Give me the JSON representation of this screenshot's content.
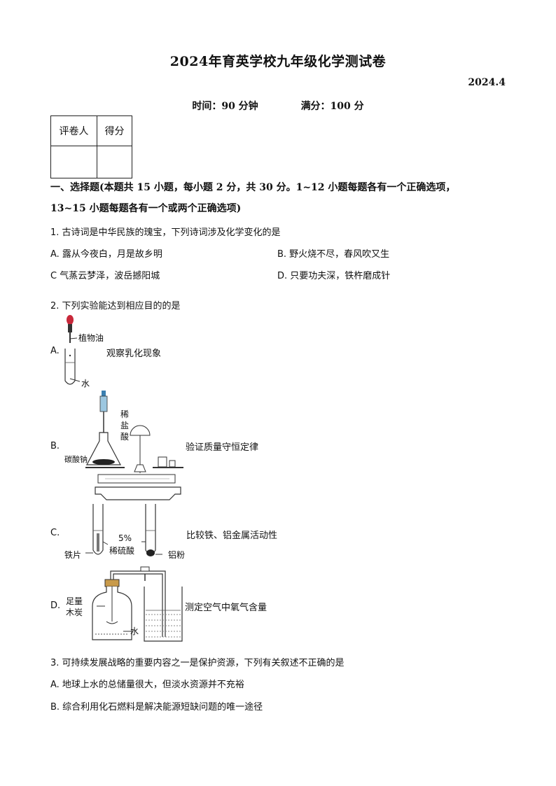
{
  "header": {
    "title": "2024年育英学校九年级化学测试卷",
    "date": "2024.4",
    "time": "时间：90 分钟",
    "full_score": "满分：100 分"
  },
  "score_table": {
    "col1": "评卷人",
    "col2": "得分"
  },
  "section1": {
    "line1": "一、选择题(本题共 15 小题，每小题 2 分，共 30 分。1~12 小题每题各有一个正确选项，",
    "line2": "13~15 小题每题各有一个或两个正确选项)"
  },
  "q1": {
    "stem": "1. 古诗词是中华民族的瑰宝，下列诗词涉及化学变化的是",
    "A": "A.  露从今夜白，月是故乡明",
    "B": "B.  野火烧不尽，春风吹又生",
    "C": "C  气蒸云梦泽，波岳撼阳城",
    "D": "D.  只要功夫深，铁杵磨成针"
  },
  "q2": {
    "stem": "2. 下列实验能达到相应目的的是",
    "A": {
      "letter": "A.",
      "desc": "观察乳化现象",
      "label_oil": "植物油",
      "label_water": "水"
    },
    "B": {
      "letter": "B.",
      "desc": "验证质量守恒定律",
      "label_acid1": "稀",
      "label_acid2": "盐",
      "label_acid3": "酸",
      "label_na2co3": "碳酸钠"
    },
    "C": {
      "letter": "C.",
      "desc": "比较铁、铝金属活动性",
      "label_pct": "5%",
      "label_acid": "稀硫酸",
      "label_fe": "铁片",
      "label_al": "铝粉"
    },
    "D": {
      "letter": "D.",
      "desc": "测定空气中氧气含量",
      "label_c1": "足量",
      "label_c2": "木炭",
      "label_water": "水"
    }
  },
  "q3": {
    "stem": "3. 可持续发展战略的重要内容之一是保护资源，下列有关叙述不正确的是",
    "A": "A.  地球上水的总储量很大，但淡水资源并不充裕",
    "B": "B.  综合利用化石燃料是解决能源短缺问题的唯一途径"
  }
}
